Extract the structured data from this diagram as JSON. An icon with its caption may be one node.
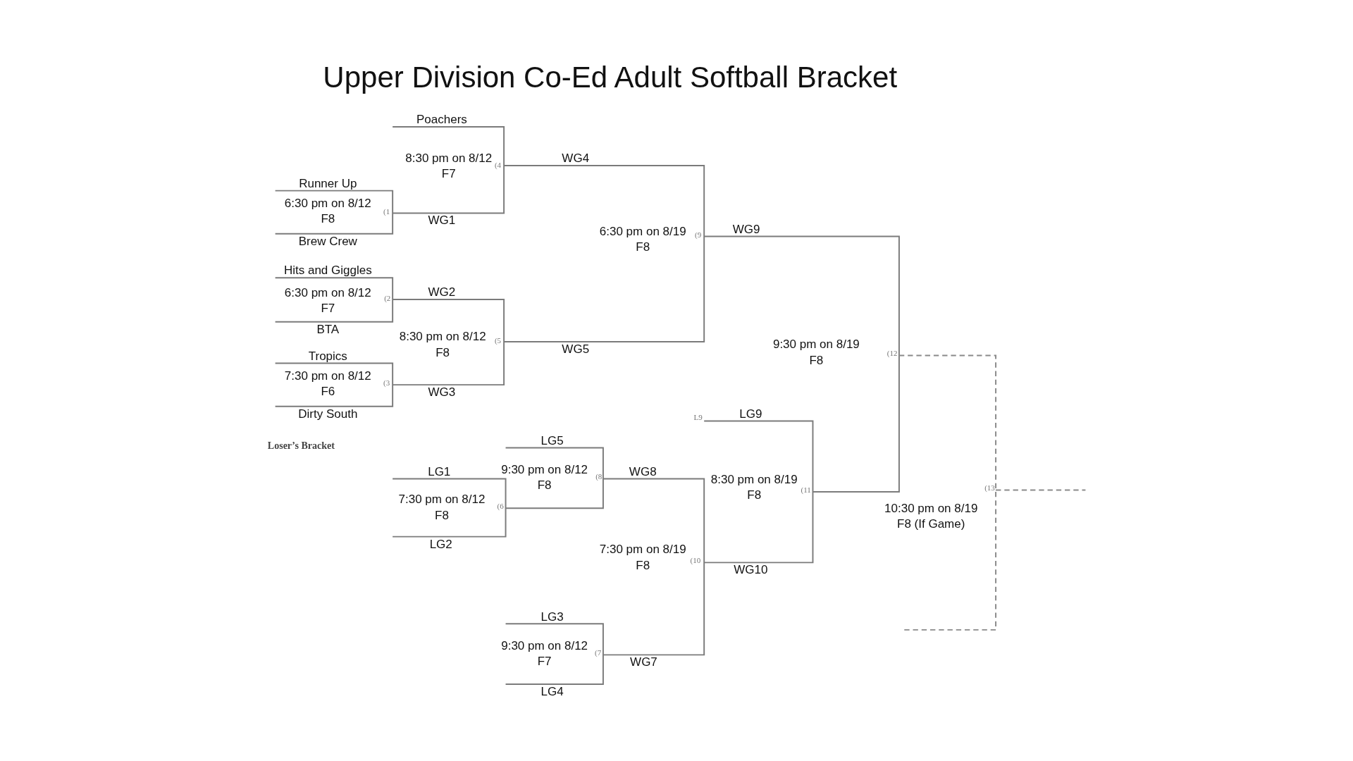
{
  "diagram": {
    "title": "Upper Division Co-Ed Adult Softball Bracket",
    "labels": [
      "Poachers",
      "8:30 pm on 8/12",
      "F7",
      "(4",
      "WG4",
      "Runner Up",
      "6:30 pm on 8/12",
      "F8",
      "(1",
      "WG1",
      "Brew Crew",
      "6:30 pm on 8/19",
      "F8",
      "(9",
      "WG9",
      "Hits and Giggles",
      "6:30 pm on 8/12",
      "F7",
      "(2",
      "WG2",
      "BTA",
      "8:30 pm on 8/12",
      "F8",
      "(5",
      "WG5",
      "9:30 pm on 8/19",
      "F8",
      "(12",
      "Tropics",
      "7:30 pm on 8/12",
      "F6",
      "(3",
      "WG3",
      "Dirty South",
      "L9",
      "LG9",
      "LG5",
      "Loser’s Bracket",
      "LG1",
      "9:30 pm on 8/12",
      "F8",
      "(8",
      "WG8",
      "8:30 pm on 8/19",
      "F8",
      "(11",
      "(13",
      "7:30 pm on 8/12",
      "F8",
      "(6",
      "10:30 pm on 8/19",
      "F8 (If Game)",
      "LG2",
      "7:30 pm on 8/19",
      "F8",
      "(10",
      "WG10",
      "LG3",
      "9:30 pm on 8/12",
      "F7",
      "(7",
      "WG7",
      "LG4"
    ]
  }
}
